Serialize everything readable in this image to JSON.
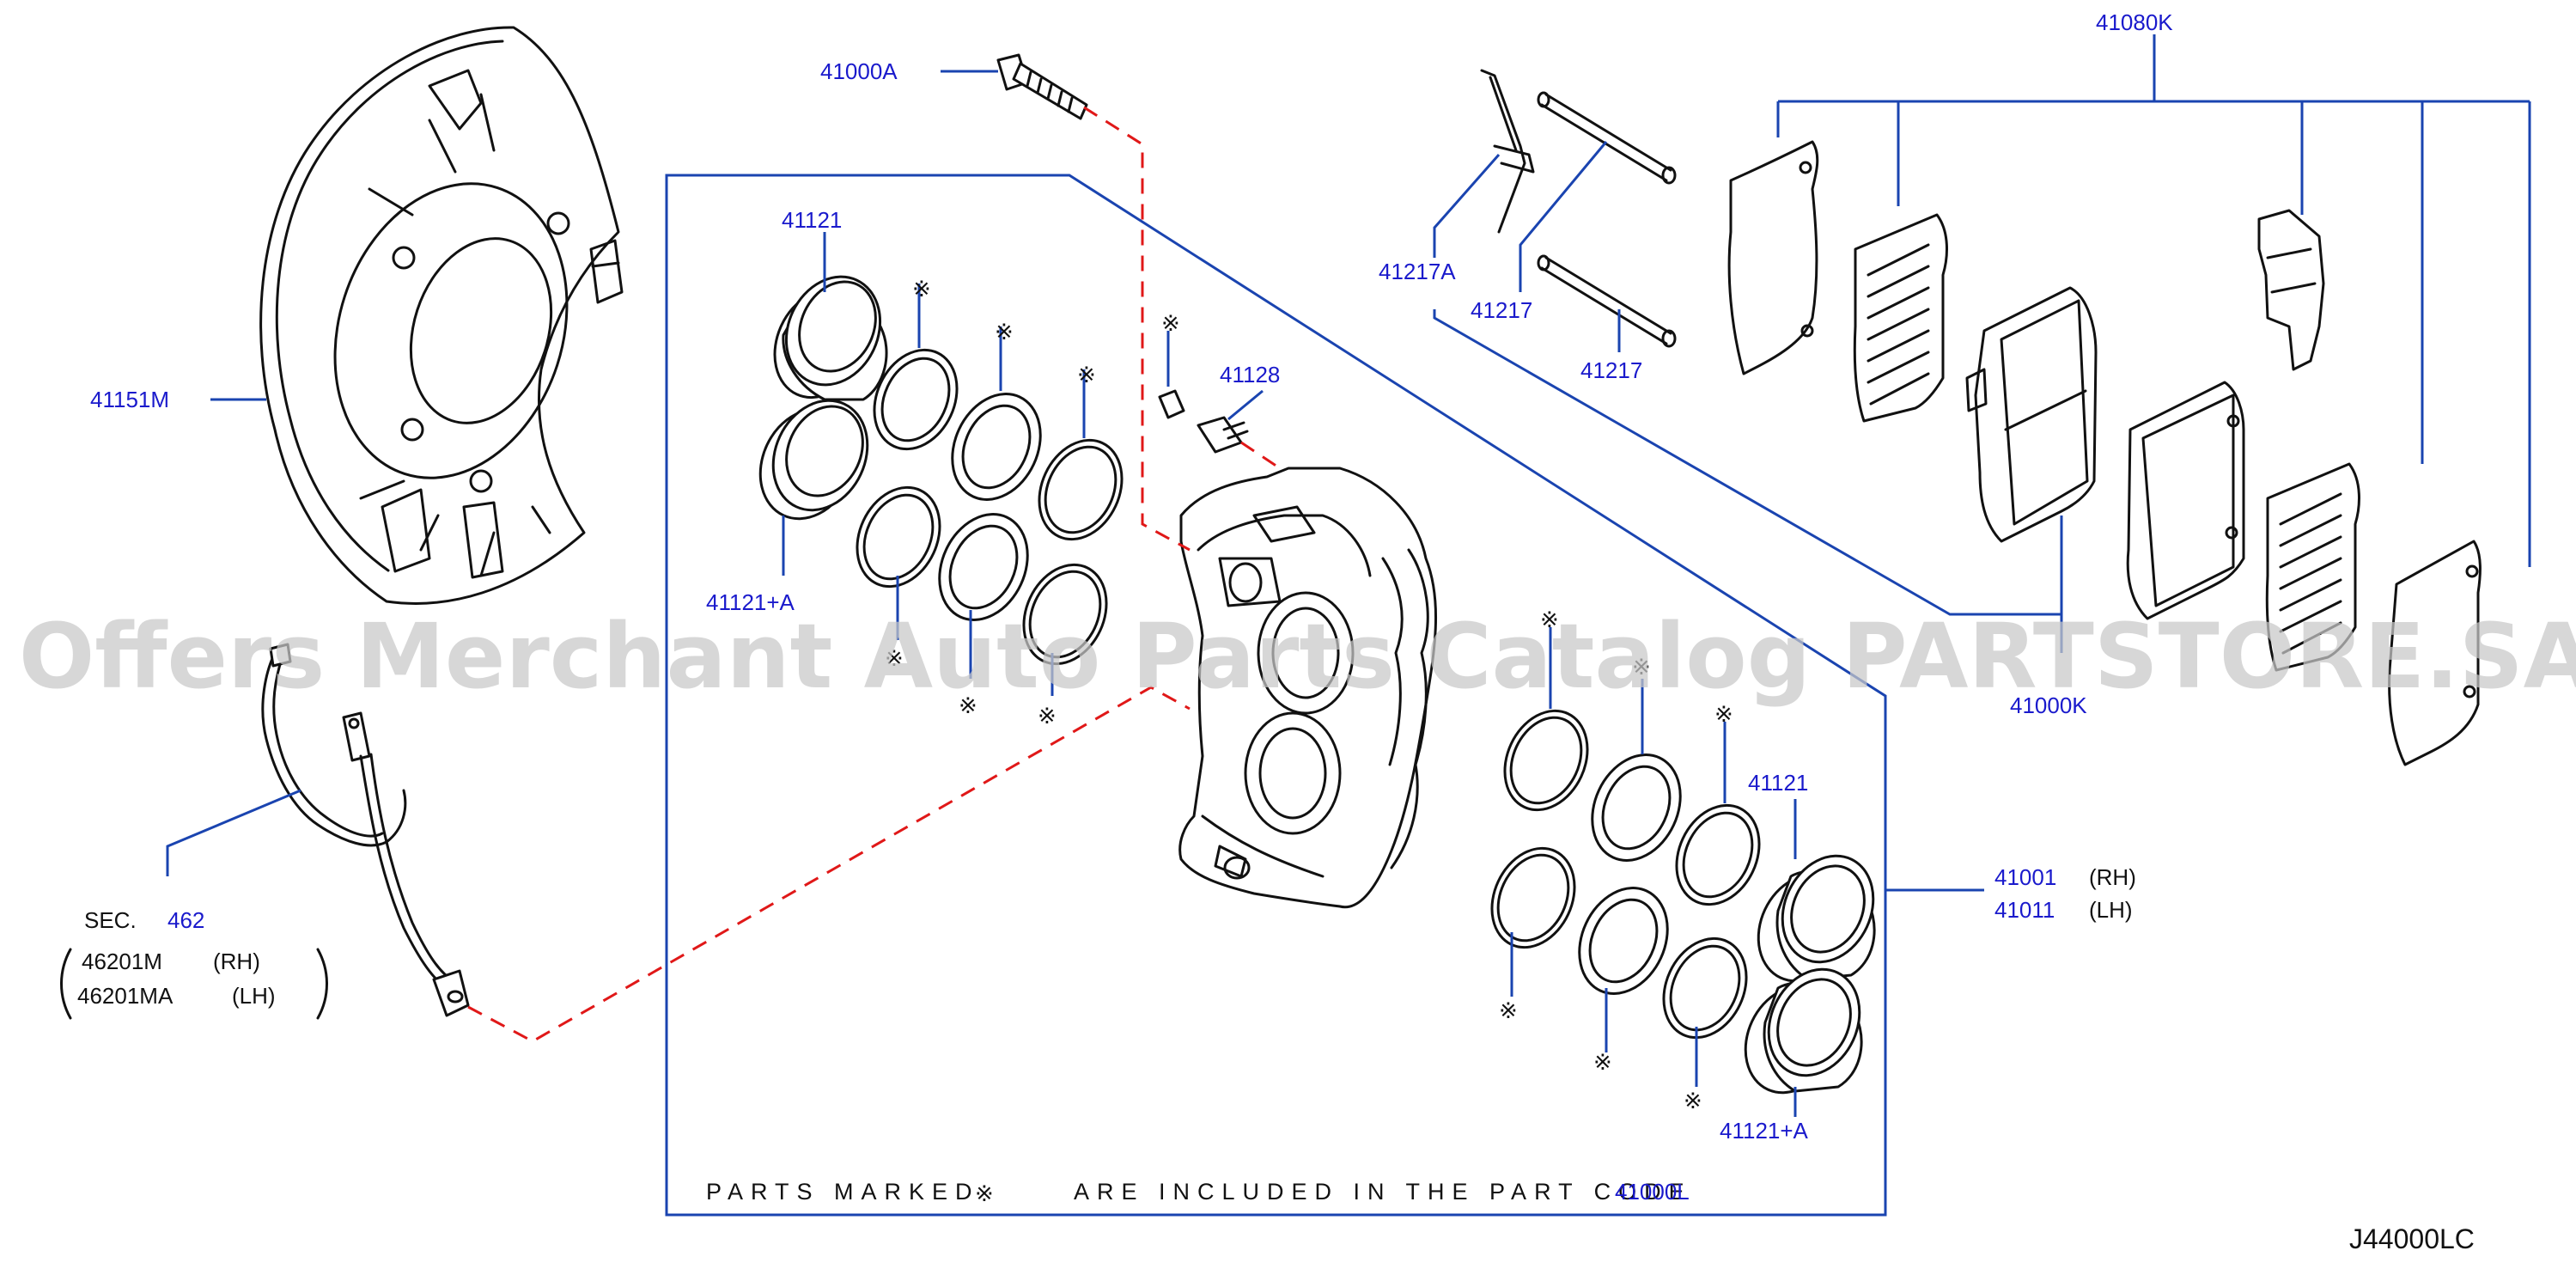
{
  "labels": {
    "dust_shield": "41151M",
    "bolt": "41000A",
    "piston_top": "41121",
    "piston_top_a": "41121+A",
    "pin_clip": "41217A",
    "pin_1": "41217",
    "pin_2": "41217",
    "bleeder": "41128",
    "pad_kit": "41080K",
    "pad_set": "41000K",
    "piston_right": "41121",
    "piston_right_a": "41121+A",
    "caliper_rh_code": "41001",
    "caliper_rh_side": "(RH)",
    "caliper_lh_code": "41011",
    "caliper_lh_side": "(LH)",
    "sec_prefix": "SEC.",
    "sec_number": "462",
    "hose_rh_code": "46201M",
    "hose_rh_side": "(RH)",
    "hose_lh_code": "46201MA",
    "hose_lh_side": "(LH)",
    "note_start": "PARTS MARKED",
    "note_end": "ARE INCLUDED IN THE PART CODE",
    "note_code": "41000L",
    "seal_mark": "※",
    "diagram_code": "J44000LC"
  },
  "watermark": "Offers Merchant Auto Parts Catalog PARTSTORE.SA",
  "colors": {
    "label": "#1a1acc",
    "leader": "#1a44b0",
    "dashed_link": "#e01818",
    "line_art": "#111111",
    "watermark": "#c9c9c9"
  }
}
